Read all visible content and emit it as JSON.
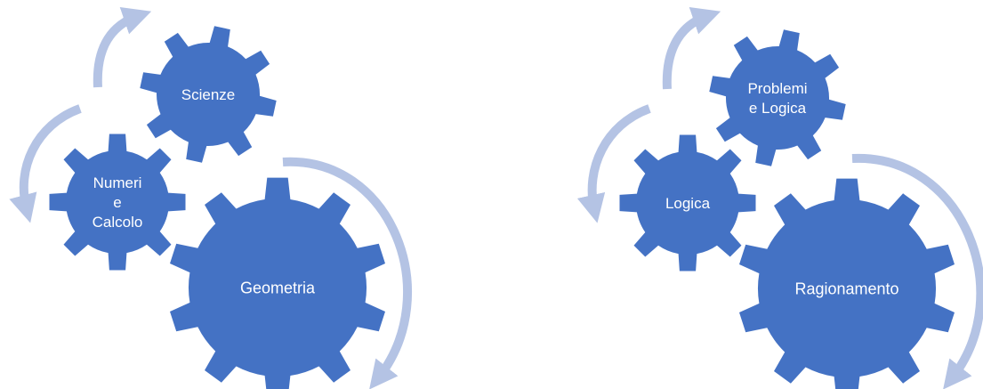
{
  "colors": {
    "gear": "#4472C4",
    "arrow": "#B4C3E4",
    "label": "#FFFFFF",
    "background": "#FFFFFF"
  },
  "diagrams": [
    {
      "gears": [
        {
          "id": "scienze",
          "lines": [
            "Scienze"
          ]
        },
        {
          "id": "numeri",
          "lines": [
            "Numeri",
            "e",
            "Calcolo"
          ]
        },
        {
          "id": "geometria",
          "lines": [
            "Geometria"
          ]
        }
      ]
    },
    {
      "gears": [
        {
          "id": "problemi",
          "lines": [
            "Problemi",
            "e Logica"
          ]
        },
        {
          "id": "logica",
          "lines": [
            "Logica"
          ]
        },
        {
          "id": "ragionamento",
          "lines": [
            "Ragionamento"
          ]
        }
      ]
    }
  ]
}
